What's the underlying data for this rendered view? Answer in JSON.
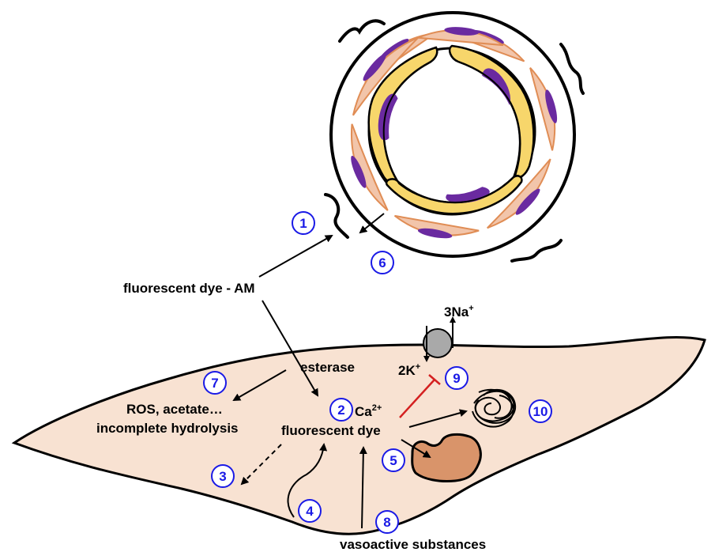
{
  "labels": {
    "dye_am": "fluorescent dye - AM",
    "esterase": "esterase",
    "ros_line1": "ROS, acetate…",
    "ros_line2": "incomplete hydrolysis",
    "calcium": "Ca",
    "calcium_charge": "2+",
    "dye": "fluorescent dye",
    "sodium": "3Na",
    "sodium_charge": "+",
    "potassium": "2K",
    "potassium_charge": "+",
    "vasoactive": "vasoactive substances"
  },
  "markers": [
    "1",
    "2",
    "3",
    "4",
    "5",
    "6",
    "7",
    "8",
    "9",
    "10"
  ],
  "colors": {
    "cell_fill": "#f8e2d2",
    "smooth_muscle_fill": "#f2c5aa",
    "smooth_muscle_stroke": "#e08d55",
    "endothelium_fill": "#f7d66b",
    "nucleus_fill": "#6a2aa0",
    "marker_blue": "#1a1ae6",
    "inhibit_red": "#d42020",
    "pump_gray": "#a9a9a9",
    "organelle_fill": "#d9946a"
  }
}
